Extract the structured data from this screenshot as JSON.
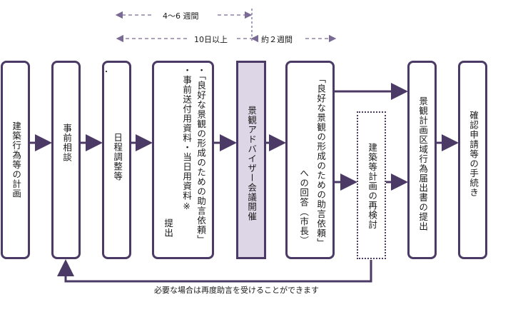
{
  "timeline": {
    "weeks_4_6": "4～6 週間",
    "days_10_plus": "10日以上",
    "about_2_weeks": "約２週間"
  },
  "steps": {
    "building_plan": "建築行為等の計画",
    "pre_consult": "事前相談",
    "schedule": "日程調整等",
    "schedule_dot": "・",
    "request_line1": "・「良好な景観の形成のための助言依頼」",
    "request_line2": "・事前送付用資料・当日用資料※",
    "request_line3": "提出",
    "advisor_meeting": "景観アドバイザー会議開催",
    "answer_line1": "「良好な景観の形成のための助言依頼」",
    "answer_line2": "への回答（市長）",
    "review": "建築等計画の再検討",
    "notification": "景観計画区域行為届出書の提出",
    "confirm": "確認申請等の手続き"
  },
  "note": "必要な場合は再度助言を受けることができます"
}
